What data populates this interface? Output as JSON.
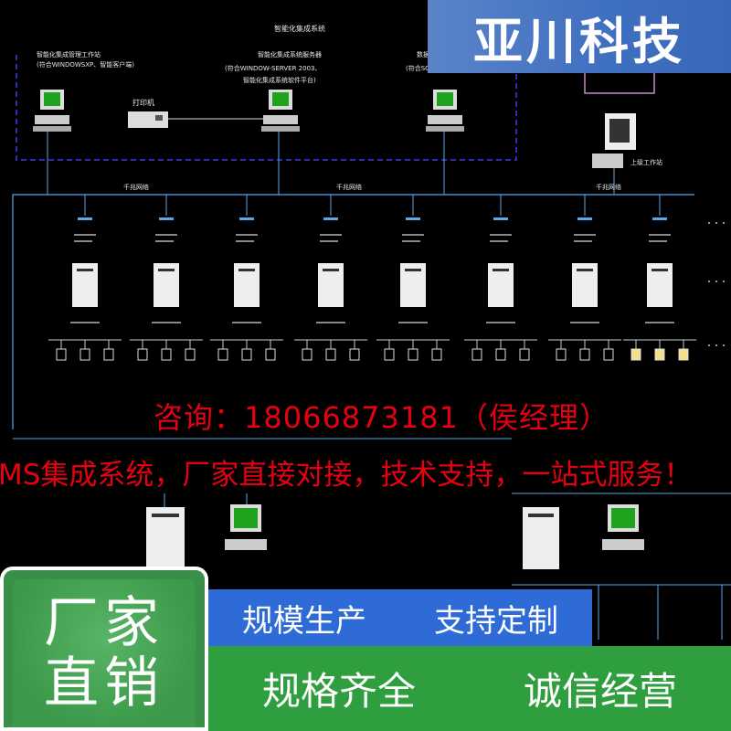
{
  "brand": {
    "name": "亚川科技"
  },
  "diagram": {
    "system_title": "智能化集成系统",
    "workstation_label": "智能化集成管理工作站",
    "workstation_os": "(符合WINDOWSXP、智能客户端)",
    "server_label": "智能化集成系统服务器",
    "server_os": "(符合WINDOW-SERVER 2003、",
    "server_os2": "智能化集成系统软件平台)",
    "db_label": "数据库服务器",
    "db_os": "(符合SOL-S",
    "printer_label": "打印机",
    "remote_label": "上级工作站",
    "network_label": "千兆网络"
  },
  "overlay": {
    "contact": "咨询：18066873181（侯经理）",
    "slogan": "MS集成系统，厂家直接对接，技术支持，一站式服务！"
  },
  "badge": {
    "line1": "厂家",
    "line2": "直销"
  },
  "strip_blue": {
    "left": "规模生产",
    "right": "支持定制"
  },
  "strip_green": {
    "left": "规格齐全",
    "right": "诚信经营"
  }
}
